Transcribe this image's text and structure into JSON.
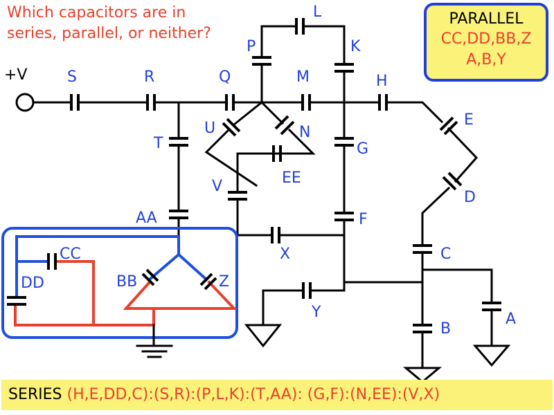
{
  "question": "Which capacitors are in\nseries, parallel, or neither?",
  "source_label": "+V",
  "parallel": {
    "title": "PARALLEL",
    "line1": "CC,DD,BB,Z",
    "line2": "A,B,Y"
  },
  "series": {
    "label": "SERIES",
    "groups": "(H,E,DD,C):(S,R):(P,L,K):(T,AA): (G,F):(N,EE):(V,X)"
  },
  "capacitors": {
    "S": "S",
    "R": "R",
    "Q": "Q",
    "M": "M",
    "H": "H",
    "L": "L",
    "P": "P",
    "K": "K",
    "U": "U",
    "N": "N",
    "T": "T",
    "G": "G",
    "EE": "EE",
    "V": "V",
    "E": "E",
    "D": "D",
    "AA": "AA",
    "F": "F",
    "X": "X",
    "C": "C",
    "CC": "CC",
    "DD": "DD",
    "BB": "BB",
    "Z": "Z",
    "Y": "Y",
    "A": "A",
    "B": "B"
  },
  "colors": {
    "wire": "#000000",
    "highlight_red": "#e8402a",
    "highlight_blue": "#1f4fe0",
    "label_blue": "#2140d8",
    "box_yellow": "#fbf27a"
  }
}
